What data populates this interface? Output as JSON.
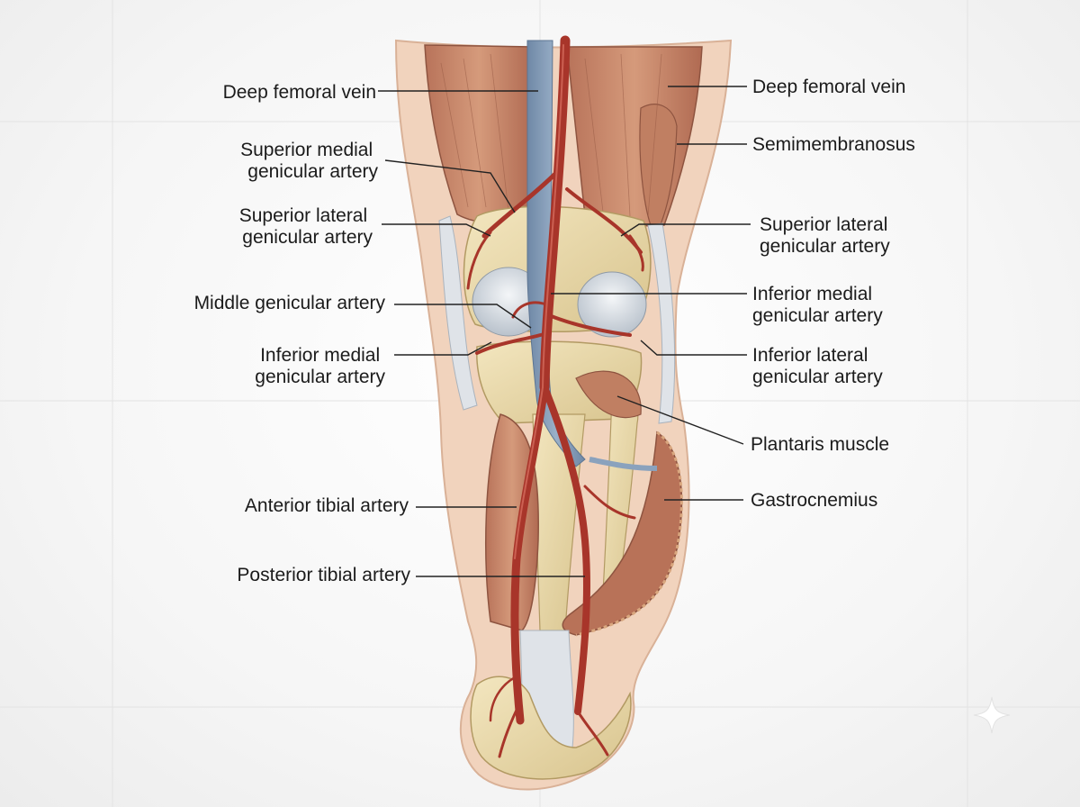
{
  "labels": {
    "left": [
      {
        "id": "deep-femoral-vein-left",
        "lines": [
          "Deep femoral vein"
        ]
      },
      {
        "id": "superior-medial-genicular-artery",
        "lines": [
          "Superior medial",
          "genicular artery"
        ]
      },
      {
        "id": "superior-lateral-genicular-artery-left",
        "lines": [
          "Superior lateral",
          "genicular artery"
        ]
      },
      {
        "id": "middle-genicular-artery",
        "lines": [
          "Middle genicular artery"
        ]
      },
      {
        "id": "inferior-medial-genicular-artery-left",
        "lines": [
          "Inferior medial",
          "genicular artery"
        ]
      },
      {
        "id": "anterior-tibial-artery",
        "lines": [
          "Anterior tibial artery"
        ]
      },
      {
        "id": "posterior-tibial-artery",
        "lines": [
          "Posterior tibial artery"
        ]
      }
    ],
    "right": [
      {
        "id": "deep-femoral-vein-right",
        "lines": [
          "Deep femoral vein"
        ]
      },
      {
        "id": "semimembranosus",
        "lines": [
          "Semimembranosus"
        ]
      },
      {
        "id": "superior-lateral-genicular-artery-right",
        "lines": [
          "Superior lateral",
          "genicular artery"
        ]
      },
      {
        "id": "inferior-medial-genicular-artery-right",
        "lines": [
          "Inferior medial",
          "genicular artery"
        ]
      },
      {
        "id": "inferior-lateral-genicular-artery",
        "lines": [
          "Inferior lateral",
          "genicular artery"
        ]
      },
      {
        "id": "plantaris-muscle",
        "lines": [
          "Plantaris muscle"
        ]
      },
      {
        "id": "gastrocnemius",
        "lines": [
          "Gastrocnemius"
        ]
      }
    ]
  },
  "colors": {
    "skin": "#f1d3bd",
    "muscle": "#c98a6a",
    "muscle_dark": "#a8614a",
    "bone": "#ecdcae",
    "cartilage": "#dde3ea",
    "tendon": "#d9dde3",
    "artery": "#b33a2e",
    "vein": "#7f98b5"
  },
  "icons": {
    "corner": "sparkle-icon"
  }
}
